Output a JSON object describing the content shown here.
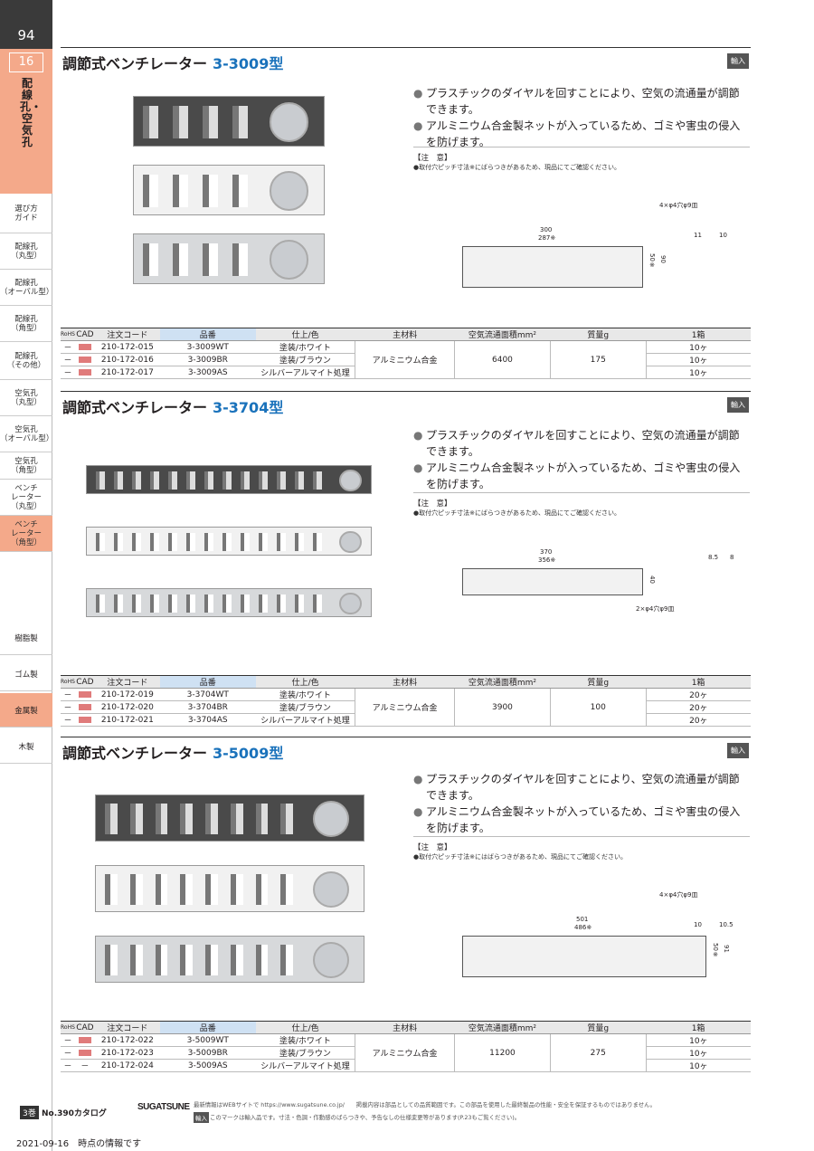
{
  "page": {
    "number": "94",
    "date_line": "2021-09-16　時点の情報です"
  },
  "sidebar": {
    "chapter_num": "16",
    "chapter_title": "配線孔・空気孔",
    "nav": [
      {
        "label": "選び方\nガイド",
        "active": false
      },
      {
        "label": "配線孔\n（丸型）",
        "active": false
      },
      {
        "label": "配線孔\n（オーバル型）",
        "active": false
      },
      {
        "label": "配線孔\n（角型）",
        "active": false
      },
      {
        "label": "配線孔\n（その他）",
        "active": false
      },
      {
        "label": "空気孔\n（丸型）",
        "active": false
      },
      {
        "label": "空気孔\n（オーバル型）",
        "active": false
      },
      {
        "label": "空気孔\n（角型）",
        "active": false
      },
      {
        "label": "ベンチ\nレーター\n（丸型）",
        "active": false
      },
      {
        "label": "ベンチ\nレーター\n（角型）",
        "active": true
      }
    ],
    "materials": [
      {
        "label": "樹脂製",
        "active": false
      },
      {
        "label": "ゴム製",
        "active": false
      },
      {
        "label": "金属製",
        "active": true
      },
      {
        "label": "木製",
        "active": false
      }
    ]
  },
  "colors": {
    "accent": "#1a72bb",
    "chapter": "#f4a98a",
    "dark_tab": "#3a3a3a"
  },
  "table_headers": [
    "RoHS",
    "CAD",
    "注文コード",
    "品番",
    "仕上/色",
    "主材料",
    "空気流通面積mm²",
    "質量g",
    "1箱"
  ],
  "sections": [
    {
      "title": "調節式ベンチレーター",
      "model": "3-3009型",
      "badge": "輸入",
      "bullets": [
        "プラスチックのダイヤルを回すことにより、空気の流通量が調節できます。",
        "アルミニウム合金製ネットが入っているため、ゴミや害虫の侵入を防げます。"
      ],
      "note_title": "【注　意】",
      "note_body": "●取付穴ピッチ寸法※にばらつきがあるため、現品にてご確認ください。",
      "dims": {
        "overall": "300",
        "pitch": "287※",
        "height1": "50※",
        "height2": "90",
        "hole": "4×φ4穴φ9皿",
        "depth1": "11",
        "depth2": "10"
      },
      "material": "アルミニウム合金",
      "area": "6400",
      "mass": "175",
      "rows": [
        {
          "rohs": "－",
          "cad": true,
          "code": "210-172-015",
          "part": "3-3009WT",
          "finish": "塗装/ホワイト",
          "box": "10ヶ"
        },
        {
          "rohs": "－",
          "cad": true,
          "code": "210-172-016",
          "part": "3-3009BR",
          "finish": "塗装/ブラウン",
          "box": "10ヶ"
        },
        {
          "rohs": "－",
          "cad": true,
          "code": "210-172-017",
          "part": "3-3009AS",
          "finish": "シルバーアルマイト処理",
          "box": "10ヶ"
        }
      ]
    },
    {
      "title": "調節式ベンチレーター",
      "model": "3-3704型",
      "badge": "輸入",
      "bullets": [
        "プラスチックのダイヤルを回すことにより、空気の流通量が調節できます。",
        "アルミニウム合金製ネットが入っているため、ゴミや害虫の侵入を防げます。"
      ],
      "note_title": "【注　意】",
      "note_body": "●取付穴ピッチ寸法※にばらつきがあるため、現品にてご確認ください。",
      "dims": {
        "overall": "370",
        "pitch": "356※",
        "height1": "40",
        "hole": "2×φ4穴φ9皿",
        "depth1": "8.5",
        "depth2": "8"
      },
      "material": "アルミニウム合金",
      "area": "3900",
      "mass": "100",
      "rows": [
        {
          "rohs": "－",
          "cad": true,
          "code": "210-172-019",
          "part": "3-3704WT",
          "finish": "塗装/ホワイト",
          "box": "20ヶ"
        },
        {
          "rohs": "－",
          "cad": true,
          "code": "210-172-020",
          "part": "3-3704BR",
          "finish": "塗装/ブラウン",
          "box": "20ヶ"
        },
        {
          "rohs": "－",
          "cad": true,
          "code": "210-172-021",
          "part": "3-3704AS",
          "finish": "シルバーアルマイト処理",
          "box": "20ヶ"
        }
      ]
    },
    {
      "title": "調節式ベンチレーター",
      "model": "3-5009型",
      "badge": "輸入",
      "bullets": [
        "プラスチックのダイヤルを回すことにより、空気の流通量が調節できます。",
        "アルミニウム合金製ネットが入っているため、ゴミや害虫の侵入を防げます。"
      ],
      "note_title": "【注　意】",
      "note_body": "●取付穴ピッチ寸法※にはばらつきがあるため、現品にてご確認ください。",
      "dims": {
        "overall": "501",
        "pitch": "486※",
        "height1": "50※",
        "height2": "91",
        "hole": "4×φ4穴φ9皿",
        "depth1": "10",
        "depth2": "10.5"
      },
      "material": "アルミニウム合金",
      "area": "11200",
      "mass": "275",
      "rows": [
        {
          "rohs": "－",
          "cad": true,
          "code": "210-172-022",
          "part": "3-5009WT",
          "finish": "塗装/ホワイト",
          "box": "10ヶ"
        },
        {
          "rohs": "－",
          "cad": true,
          "code": "210-172-023",
          "part": "3-5009BR",
          "finish": "塗装/ブラウン",
          "box": "10ヶ"
        },
        {
          "rohs": "－",
          "cad": false,
          "code": "210-172-024",
          "part": "3-5009AS",
          "finish": "シルバーアルマイト処理",
          "box": "10ヶ"
        }
      ]
    }
  ],
  "footer": {
    "volume": "3巻",
    "catalog": "No.390カタログ",
    "brand": "SUGATSUNE",
    "web_note": "最新情報はWEBサイトで https://www.sugatsune.co.jp/　　掲載内容は部品としての品質範囲です。この部品を使用した最終製品の性能・安全を保証するものではありません。",
    "import_badge": "輸入",
    "import_note": "このマークは輸入品です。寸法・色調・作動感のばらつきや、予告なしの仕様変更等があります(P.23もご覧ください)。"
  }
}
